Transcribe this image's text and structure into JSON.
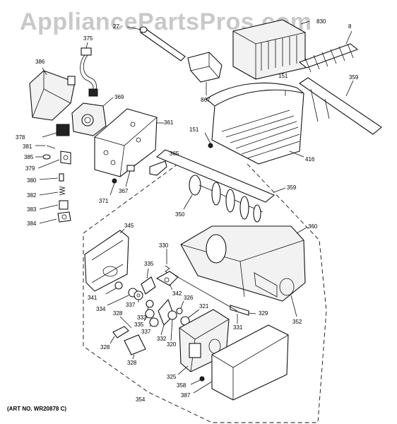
{
  "watermark": "AppliancePartsPros.com",
  "art_number": "(ART NO. WR20878 C)",
  "callouts": {
    "c27": "27",
    "c375": "375",
    "c386": "386",
    "c369": "369",
    "c361": "361",
    "c378": "378",
    "c381": "381",
    "c385": "385",
    "c379": "379",
    "c380": "380",
    "c382": "382",
    "c383": "383",
    "c384": "384",
    "c371": "371",
    "c367": "367",
    "c365": "365",
    "c867": "867",
    "c830": "830",
    "c8x": "8",
    "c151a": "151",
    "c151b": "151",
    "c359a": "359",
    "c359b": "359",
    "c416": "416",
    "c350": "350",
    "c360": "360",
    "c345": "345",
    "c330": "330",
    "c335a": "335",
    "c341": "341",
    "c342": "342",
    "c334": "334",
    "c337a": "337",
    "c326": "326",
    "c321": "321",
    "c329": "329",
    "c333": "333",
    "c328a": "328",
    "c335b": "335",
    "c337b": "337",
    "c331": "331",
    "c352": "352",
    "c332": "332",
    "c320": "320",
    "c328b": "328",
    "c328c": "328",
    "c325": "325",
    "c358": "358",
    "c387": "387",
    "c354": "354"
  }
}
